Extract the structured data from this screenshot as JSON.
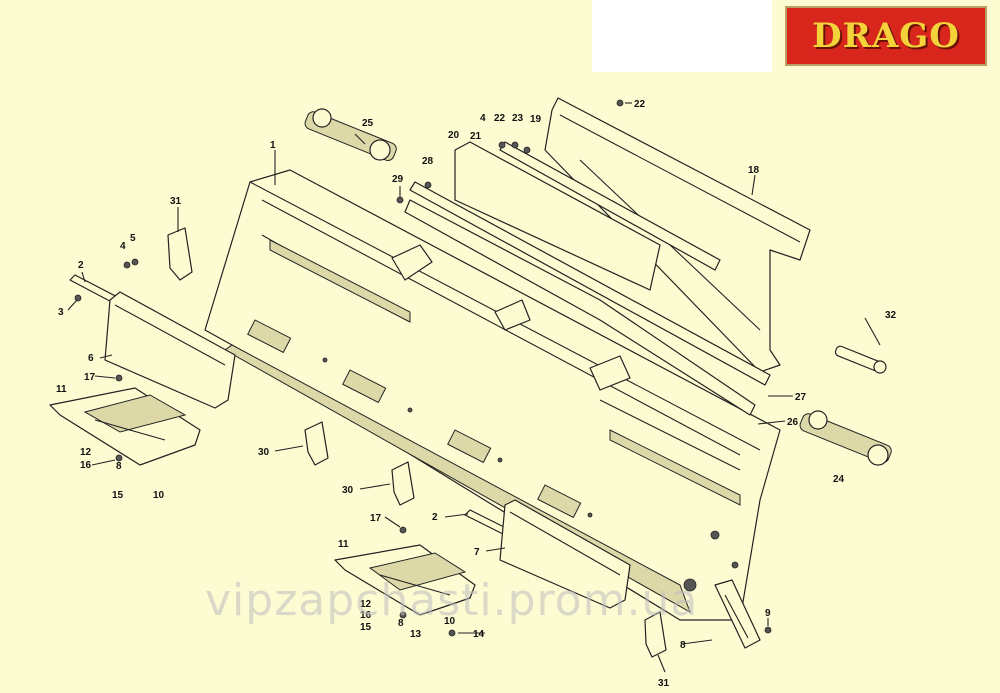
{
  "brand": {
    "logo_text": "DRAGO"
  },
  "watermark": "vipzapchasti.prom.ua",
  "callouts": [
    {
      "id": "c1",
      "label": "1"
    },
    {
      "id": "c2a",
      "label": "2"
    },
    {
      "id": "c2b",
      "label": "2"
    },
    {
      "id": "c3a",
      "label": "3"
    },
    {
      "id": "c4a",
      "label": "4"
    },
    {
      "id": "c4b",
      "label": "4"
    },
    {
      "id": "c5",
      "label": "5"
    },
    {
      "id": "c6",
      "label": "6"
    },
    {
      "id": "c7",
      "label": "7"
    },
    {
      "id": "c8a",
      "label": "8"
    },
    {
      "id": "c8b",
      "label": "8"
    },
    {
      "id": "c8c",
      "label": "8"
    },
    {
      "id": "c9",
      "label": "9"
    },
    {
      "id": "c10a",
      "label": "10"
    },
    {
      "id": "c10b",
      "label": "10"
    },
    {
      "id": "c11a",
      "label": "11"
    },
    {
      "id": "c11b",
      "label": "11"
    },
    {
      "id": "c12a",
      "label": "12"
    },
    {
      "id": "c12b",
      "label": "12"
    },
    {
      "id": "c13",
      "label": "13"
    },
    {
      "id": "c14",
      "label": "14"
    },
    {
      "id": "c15a",
      "label": "15"
    },
    {
      "id": "c15b",
      "label": "15"
    },
    {
      "id": "c16a",
      "label": "16"
    },
    {
      "id": "c16b",
      "label": "16"
    },
    {
      "id": "c17a",
      "label": "17"
    },
    {
      "id": "c17b",
      "label": "17"
    },
    {
      "id": "c18",
      "label": "18"
    },
    {
      "id": "c19",
      "label": "19"
    },
    {
      "id": "c20",
      "label": "20"
    },
    {
      "id": "c21",
      "label": "21"
    },
    {
      "id": "c22a",
      "label": "22"
    },
    {
      "id": "c22b",
      "label": "22"
    },
    {
      "id": "c23",
      "label": "23"
    },
    {
      "id": "c24",
      "label": "24"
    },
    {
      "id": "c25",
      "label": "25"
    },
    {
      "id": "c26",
      "label": "26"
    },
    {
      "id": "c27",
      "label": "27"
    },
    {
      "id": "c28",
      "label": "28"
    },
    {
      "id": "c29",
      "label": "29"
    },
    {
      "id": "c30a",
      "label": "30"
    },
    {
      "id": "c30b",
      "label": "30"
    },
    {
      "id": "c31a",
      "label": "31"
    },
    {
      "id": "c31b",
      "label": "31"
    },
    {
      "id": "c32",
      "label": "32"
    }
  ]
}
